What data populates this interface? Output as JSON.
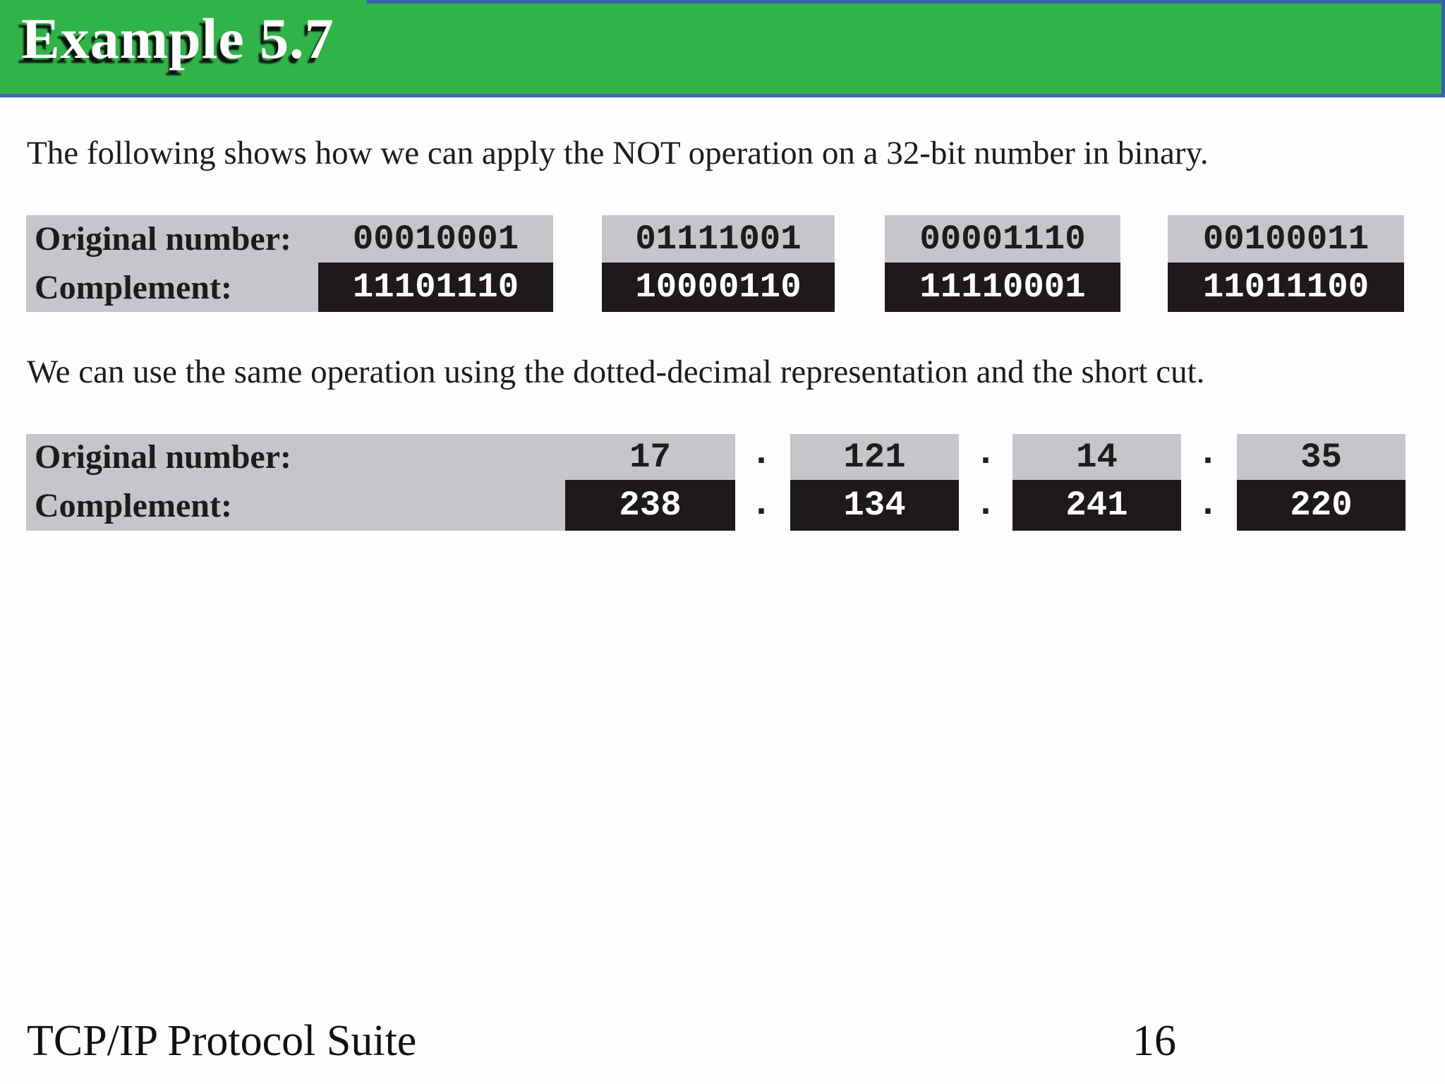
{
  "header": {
    "title": "Example 5.7"
  },
  "body": {
    "paragraph1": "The following shows how we can apply the NOT operation on a 32-bit number in binary.",
    "paragraph2": "We can use the same operation using the dotted-decimal representation and the short cut."
  },
  "binary_table": {
    "label_original": "Original number:",
    "label_complement": "Complement:",
    "octets": [
      {
        "original": "00010001",
        "complement": "11101110"
      },
      {
        "original": "01111001",
        "complement": "10000110"
      },
      {
        "original": "00001110",
        "complement": "11110001"
      },
      {
        "original": "00100011",
        "complement": "11011100"
      }
    ]
  },
  "decimal_table": {
    "label_original": "Original number:",
    "label_complement": "Complement:",
    "separator": ".",
    "octets": [
      {
        "original": "17",
        "complement": "238"
      },
      {
        "original": "121",
        "complement": "134"
      },
      {
        "original": "14",
        "complement": "241"
      },
      {
        "original": "35",
        "complement": "220"
      }
    ]
  },
  "footer": {
    "book_title": "TCP/IP Protocol Suite",
    "page_number": "16"
  },
  "colors": {
    "title_bar_green": "#30b44a",
    "border_blue": "#3a5fa8",
    "cell_gray": "#c6c5c9",
    "cell_black": "#1e1a19",
    "title_text": "#ffffff",
    "body_text": "#1c1c1c"
  }
}
